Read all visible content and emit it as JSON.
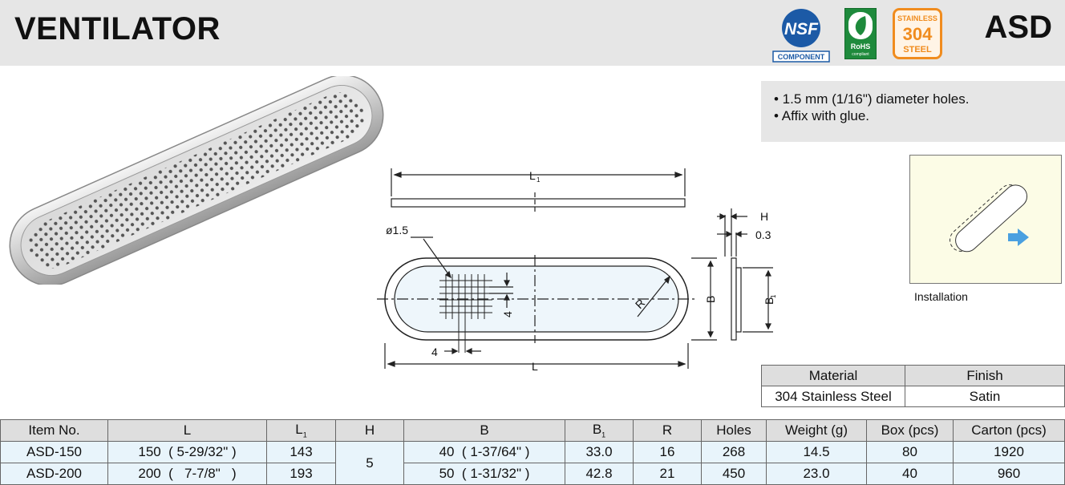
{
  "header": {
    "title": "VENTILATOR",
    "code": "ASD"
  },
  "logos": {
    "nsf": {
      "mark": "NSF",
      "caption": "COMPONENT"
    },
    "rohs": {
      "mark": "RoHS",
      "sub": "compliant"
    },
    "stainless": {
      "top": "STAINLESS",
      "grade": "304",
      "bottom": "STEEL"
    }
  },
  "notes": [
    "• 1.5 mm (1/16\") diameter holes.",
    "• Affix with glue."
  ],
  "drawing": {
    "L1": "L",
    "L1_sub": "1",
    "H": "H",
    "t": "0.3",
    "hole": "ø1.5",
    "R": "R",
    "B": "B",
    "B1": "B",
    "B1_sub": "1",
    "pitch_x": "4",
    "pitch_y": "4",
    "L": "L"
  },
  "installation": {
    "label": "Installation"
  },
  "material_table": {
    "headers": [
      "Material",
      "Finish"
    ],
    "row": [
      "304 Stainless Steel",
      "Satin"
    ]
  },
  "spec_table": {
    "headers": [
      "Item No.",
      "L",
      "L",
      "H",
      "B",
      "B",
      "R",
      "Holes",
      "Weight (g)",
      "Box (pcs)",
      "Carton (pcs)"
    ],
    "header_subs": {
      "2": "1",
      "5": "1"
    },
    "rows": [
      [
        "ASD-150",
        "150  ( 5-29/32\" )",
        "143",
        "5",
        "40  ( 1-37/64\" )",
        "33.0",
        "16",
        "268",
        "14.5",
        "80",
        "1920"
      ],
      [
        "ASD-200",
        "200  (   7-7/8\"   )",
        "193",
        "",
        "50  ( 1-31/32\" )",
        "42.8",
        "21",
        "450",
        "23.0",
        "40",
        "960"
      ]
    ]
  },
  "colors": {
    "header_bg": "#e6e6e6",
    "table_header": "#dedede",
    "row_bg": "#e8f4fb",
    "install_bg": "#fcfce6",
    "nsf_blue": "#1c5aa6",
    "rohs_green": "#1e8a3c",
    "stainless_orange": "#f08c1e",
    "arrow_blue": "#4aa0e0"
  }
}
